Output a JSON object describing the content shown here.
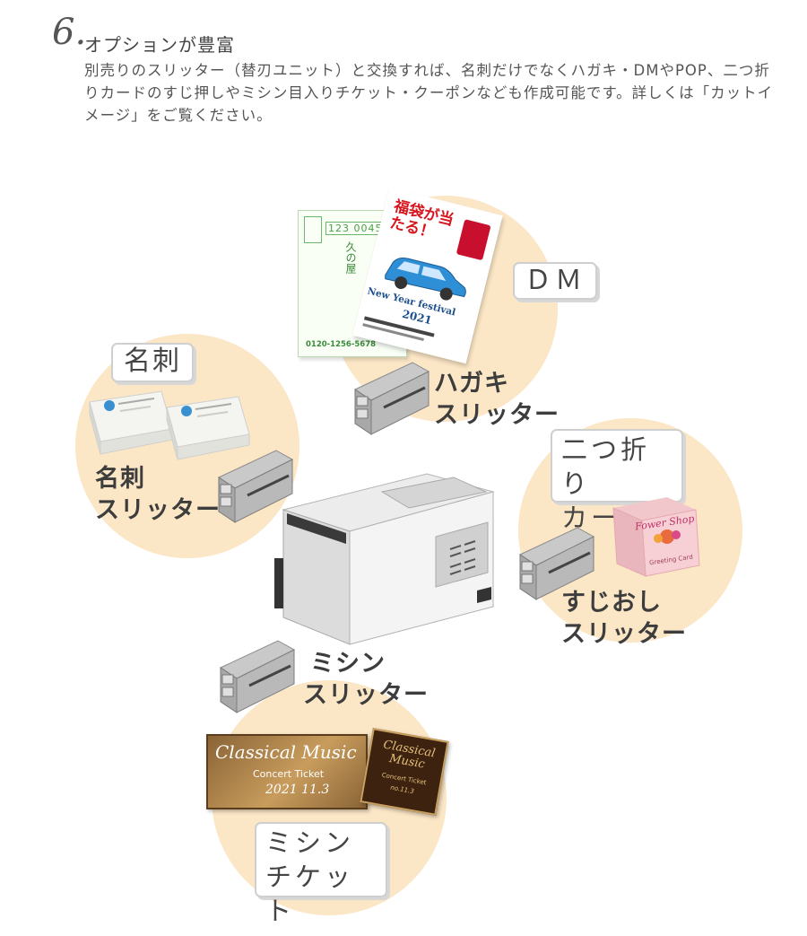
{
  "section": {
    "number": "6.",
    "title": "オプションが豊富",
    "description": "別売りのスリッター（替刃ユニット）と交換すれば、名刺だけでなくハガキ・DMやPOP、二つ折りカードのすじ押しやミシン目入りチケット・クーポンなども作成可能です。詳しくは「カットイメージ」をご覧ください。"
  },
  "diagram": {
    "dm": {
      "label": "ＤＭ",
      "slitter_line1": "ハガキ",
      "slitter_line2": "スリッター"
    },
    "meishi": {
      "label": "名刺",
      "slitter_line1": "名刺",
      "slitter_line2": "スリッター"
    },
    "fold_card": {
      "label_line1": "二つ折り",
      "label_line2": "カード",
      "slitter_line1": "すじおし",
      "slitter_line2": "スリッター"
    },
    "perforation": {
      "label_line1": "ミシン",
      "label_line2": "チケット",
      "slitter_line1": "ミシン",
      "slitter_line2": "スリッター"
    },
    "postcard": {
      "digits": "123 0045",
      "name": "久の屋",
      "phone": "0120-1256-5678"
    },
    "flyer": {
      "headline": "福袋が当たる！",
      "event": "New Year festival",
      "year": "2021"
    },
    "card_text": {
      "title": "Fower Shop",
      "sub": "Greeting Card"
    },
    "ticket": {
      "title": "Classical Music",
      "sub": "Concert Ticket",
      "date": "2021 11.3",
      "date_small": "no.11.3"
    }
  },
  "colors": {
    "circle": "#fbe6c6",
    "label_border": "#cfcfcf",
    "slitter_text": "#3d3d3d"
  }
}
